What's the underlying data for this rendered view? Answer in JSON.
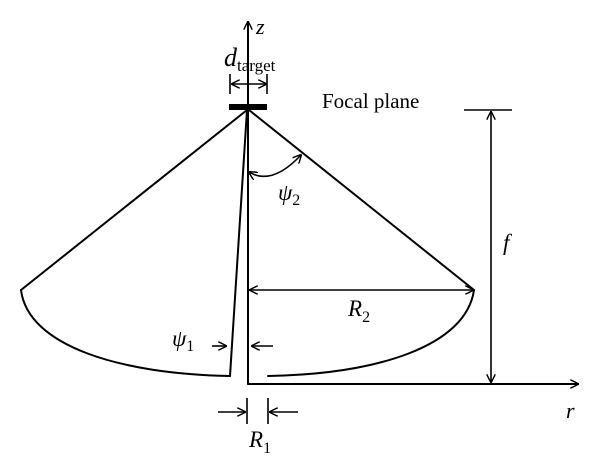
{
  "diagram": {
    "axis_z_label": "z",
    "axis_r_label": "r",
    "d_target_main": "d",
    "d_target_sub": "target",
    "focal_plane_label": "Focal plane",
    "psi2_main": "ψ",
    "psi2_sub": "2",
    "psi1_main": "ψ",
    "psi1_sub": "1",
    "f_label": "f",
    "R2_main": "R",
    "R2_sub": "2",
    "R1_main": "R",
    "R1_sub": "1"
  }
}
